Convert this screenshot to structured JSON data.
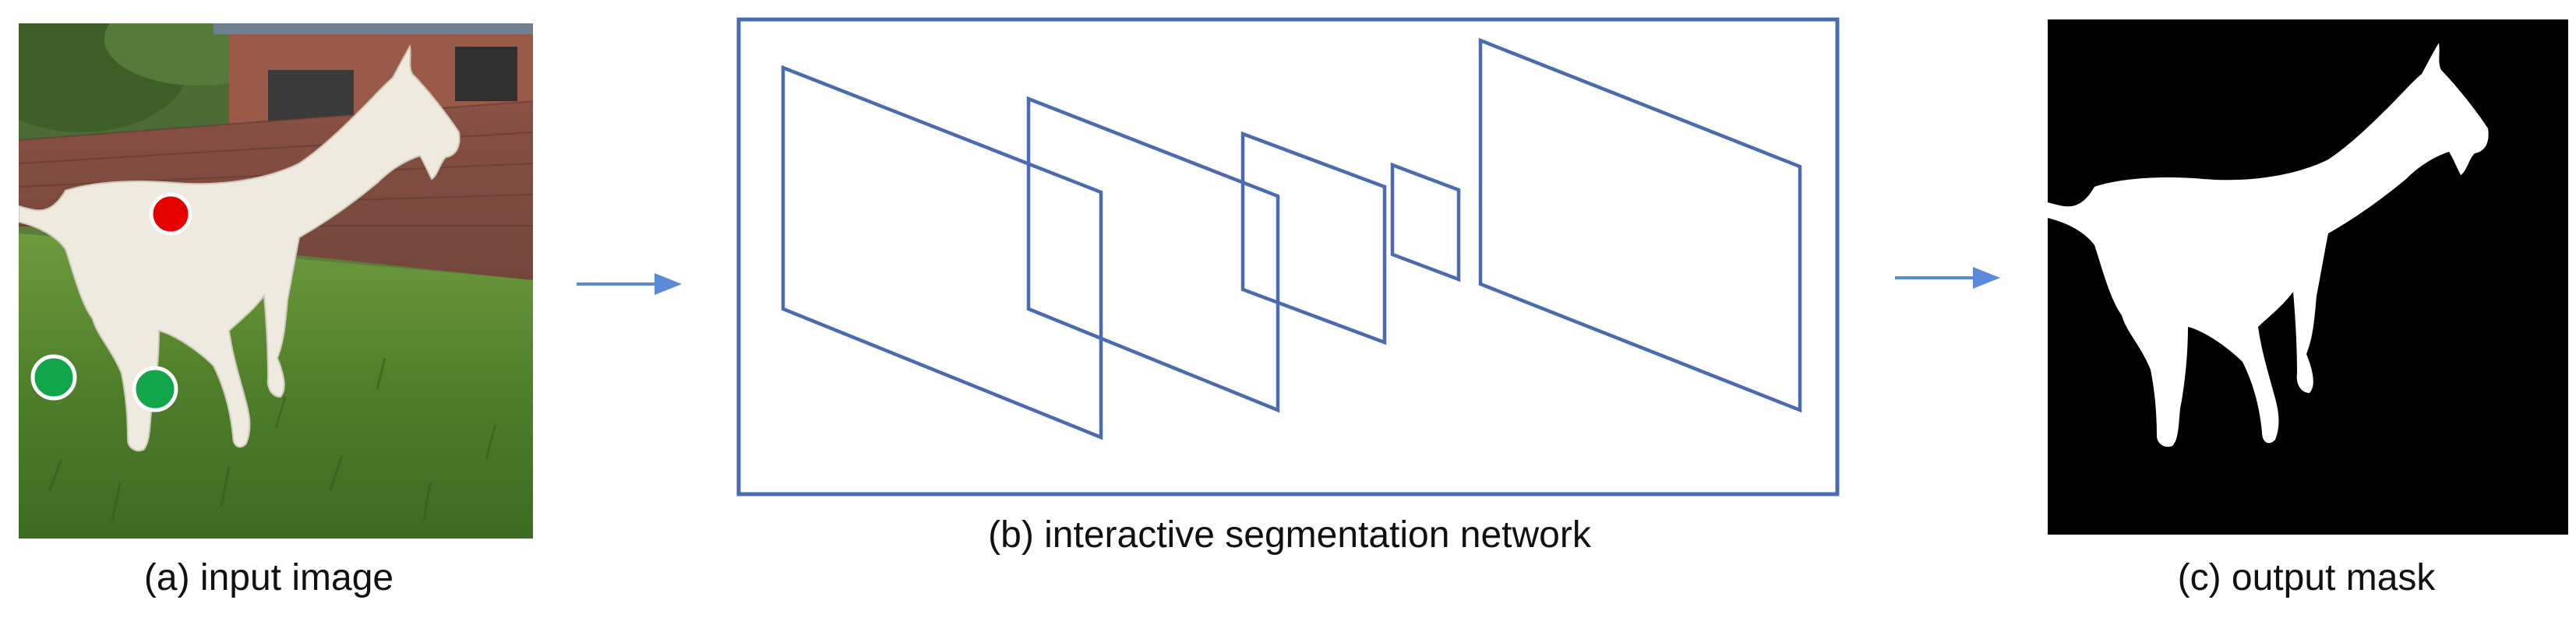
{
  "panels": {
    "input": {
      "caption": "(a) input image"
    },
    "network": {
      "caption": "(b) interactive segmentation network"
    },
    "output": {
      "caption": "(c) output mask"
    }
  },
  "clicks": {
    "positive_color": "#e60000",
    "negative_color": "#12a54b"
  },
  "colors": {
    "network_stroke": "#4a6bb0",
    "arrow": "#5b8ad8",
    "mask_background": "#000000",
    "mask_foreground": "#ffffff"
  }
}
